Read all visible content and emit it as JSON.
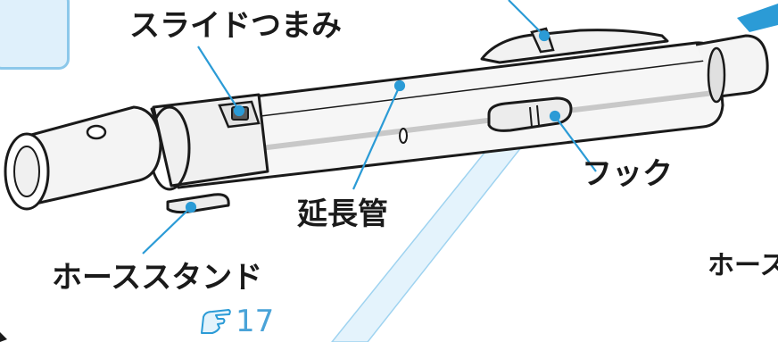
{
  "labels": {
    "slide_knob": "スライドつまみ",
    "extension_pipe": "延長管",
    "hook": "フック",
    "hose_stand": "ホーススタンド",
    "hose_partial": "ホース"
  },
  "page_ref": {
    "number": "17",
    "icon": "pointing-hand-icon"
  },
  "colors": {
    "accent_blue": "#2b9bd6",
    "light_blue": "#dff0fb",
    "pipe_fill": "#f6f6f6",
    "outline": "#1a1a1a"
  }
}
